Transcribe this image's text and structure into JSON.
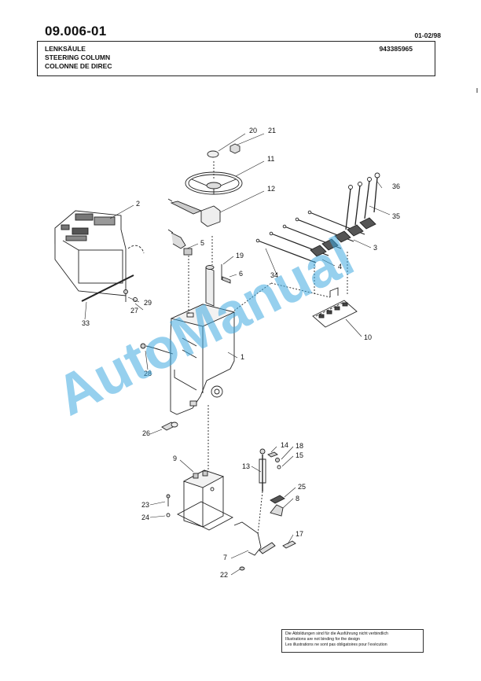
{
  "header": {
    "code": "09.006-01",
    "date": "01-02/98",
    "part_number": "943385965",
    "titles": {
      "de": "LENKSÄULE",
      "en": "STEERING COLUMN",
      "fr": "COLONNE DE DIREC"
    }
  },
  "diagram": {
    "callouts": [
      "1",
      "2",
      "3",
      "4",
      "5",
      "6",
      "7",
      "8",
      "9",
      "10",
      "11",
      "12",
      "13",
      "14",
      "15",
      "17",
      "18",
      "19",
      "20",
      "21",
      "22",
      "23",
      "24",
      "25",
      "26",
      "27",
      "28",
      "29",
      "33",
      "34",
      "35",
      "36"
    ]
  },
  "watermark": {
    "text": "AutoManual",
    "color": "#3fa9e0"
  },
  "disclaimer": {
    "line1": "Die Abbildungen sind für die Ausführung nicht verbindlich",
    "line2": "Illustrations are not binding for the design",
    "line3": "Les illustrations ne sont pas obligatoires pour l'exécution"
  }
}
